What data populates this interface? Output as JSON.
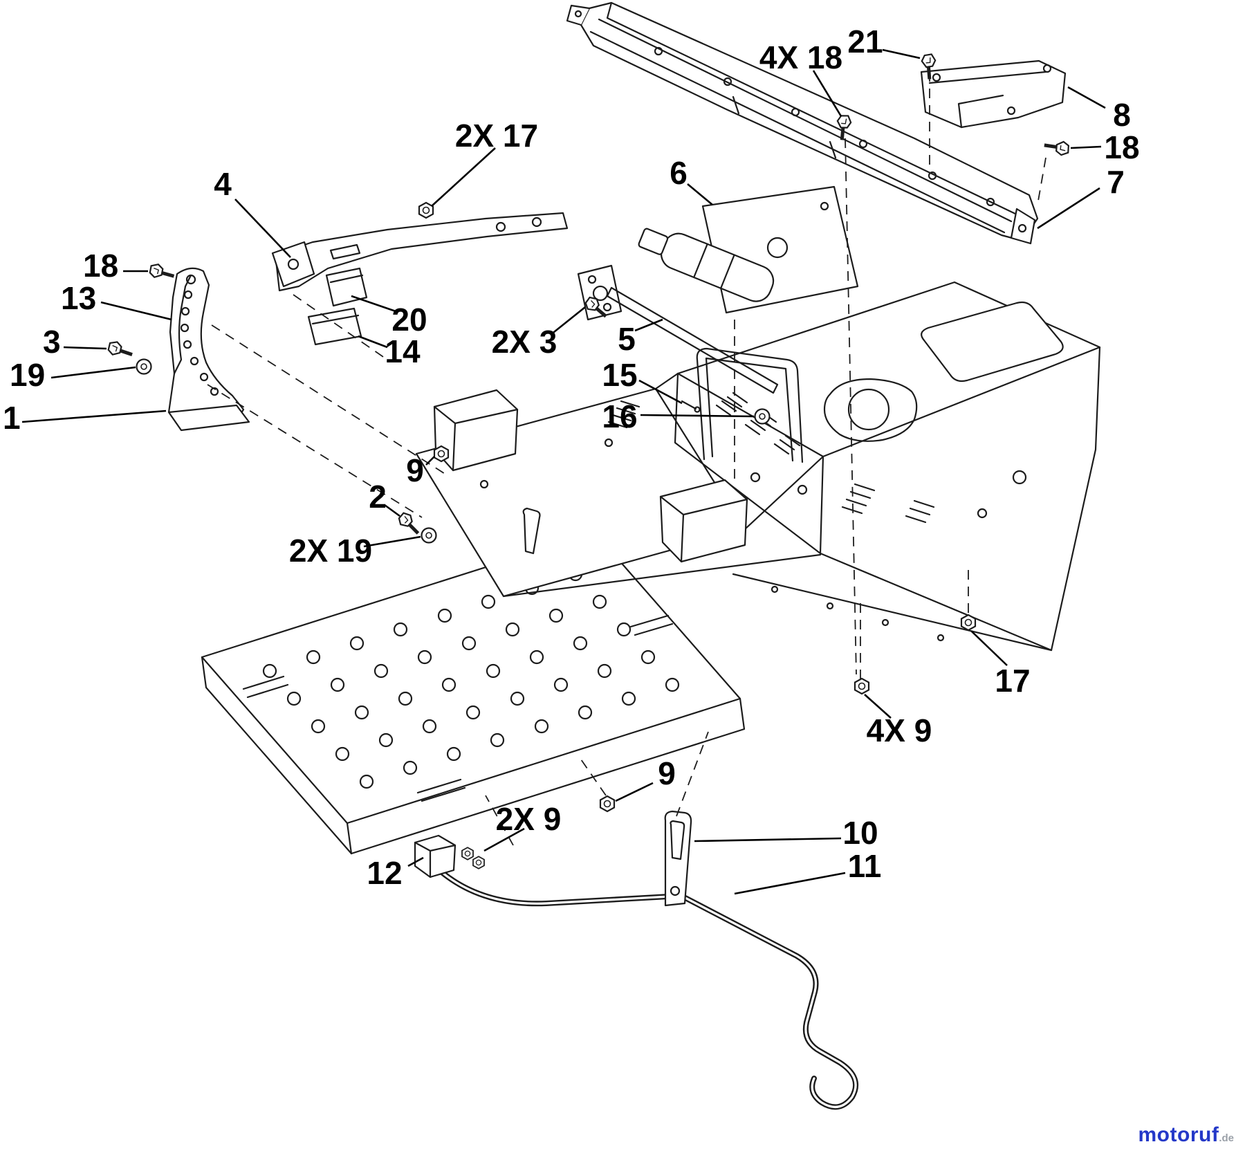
{
  "colors": {
    "background": "#ffffff",
    "ink": "#1c1c1c",
    "watermark_brand": "#2438c8",
    "watermark_tld": "#9aa0a8"
  },
  "callouts": [
    {
      "id": "callout-4",
      "label": "4"
    },
    {
      "id": "callout-2x17",
      "label": "2X 17"
    },
    {
      "id": "callout-6",
      "label": "6"
    },
    {
      "id": "callout-4x18",
      "label": "4X 18"
    },
    {
      "id": "callout-21",
      "label": "21"
    },
    {
      "id": "callout-8",
      "label": "8"
    },
    {
      "id": "callout-18-right",
      "label": "18"
    },
    {
      "id": "callout-7",
      "label": "7"
    },
    {
      "id": "callout-18-left",
      "label": "18"
    },
    {
      "id": "callout-13",
      "label": "13"
    },
    {
      "id": "callout-3",
      "label": "3"
    },
    {
      "id": "callout-19",
      "label": "19"
    },
    {
      "id": "callout-1",
      "label": "1"
    },
    {
      "id": "callout-20",
      "label": "20"
    },
    {
      "id": "callout-14",
      "label": "14"
    },
    {
      "id": "callout-2x3",
      "label": "2X 3"
    },
    {
      "id": "callout-5",
      "label": "5"
    },
    {
      "id": "callout-15",
      "label": "15"
    },
    {
      "id": "callout-16",
      "label": "16"
    },
    {
      "id": "callout-9-mid",
      "label": "9"
    },
    {
      "id": "callout-2",
      "label": "2"
    },
    {
      "id": "callout-2x19",
      "label": "2X 19"
    },
    {
      "id": "callout-17-right",
      "label": "17"
    },
    {
      "id": "callout-4x9",
      "label": "4X 9"
    },
    {
      "id": "callout-9-bottom",
      "label": "9"
    },
    {
      "id": "callout-2x9",
      "label": "2X 9"
    },
    {
      "id": "callout-12",
      "label": "12"
    },
    {
      "id": "callout-10",
      "label": "10"
    },
    {
      "id": "callout-11",
      "label": "11"
    }
  ],
  "watermark": {
    "brand": "motoruf",
    "tld": ".de"
  }
}
